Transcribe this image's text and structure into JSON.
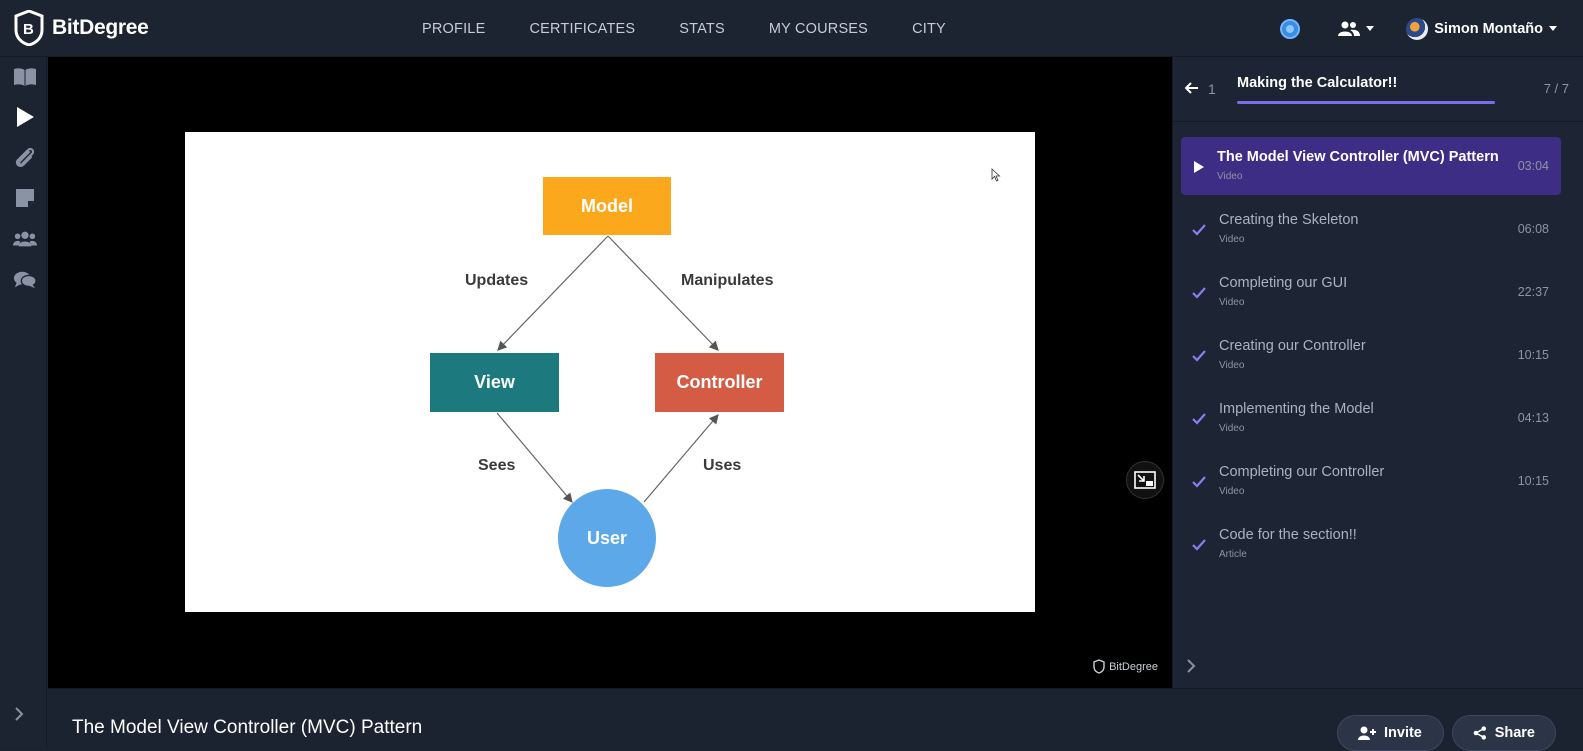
{
  "brand": {
    "name": "BitDegree"
  },
  "nav": {
    "items": [
      "PROFILE",
      "CERTIFICATES",
      "STATS",
      "MY COURSES",
      "CITY"
    ]
  },
  "user": {
    "name": "Simon Montaño"
  },
  "slide": {
    "model": "Model",
    "view": "View",
    "controller": "Controller",
    "user": "User",
    "updates": "Updates",
    "manipulates": "Manipulates",
    "sees": "Sees",
    "uses": "Uses"
  },
  "watermark": "BitDegree",
  "section": {
    "number": "1",
    "title": "Making the Calculator!!",
    "count": "7 / 7"
  },
  "lessons": [
    {
      "title": "The Model View Controller (MVC) Pattern",
      "type": "Video",
      "duration": "03:04",
      "state": "playing"
    },
    {
      "title": "Creating the Skeleton",
      "type": "Video",
      "duration": "06:08",
      "state": "completed"
    },
    {
      "title": "Completing our GUI",
      "type": "Video",
      "duration": "22:37",
      "state": "completed"
    },
    {
      "title": "Creating our Controller",
      "type": "Video",
      "duration": "10:15",
      "state": "completed"
    },
    {
      "title": "Implementing the Model",
      "type": "Video",
      "duration": "04:13",
      "state": "completed"
    },
    {
      "title": "Completing our Controller",
      "type": "Video",
      "duration": "10:15",
      "state": "completed"
    },
    {
      "title": "Code for the section!!",
      "type": "Article",
      "duration": "",
      "state": "completed"
    }
  ],
  "bottom": {
    "title": "The Model View Controller (MVC) Pattern",
    "invite": "Invite",
    "share": "Share"
  },
  "colors": {
    "accent": "#7c6ee6",
    "active_lesson": "#3e2d85",
    "model": "#fba81c",
    "view": "#1c7a7e",
    "controller": "#d45c45",
    "user": "#5da8e8"
  }
}
